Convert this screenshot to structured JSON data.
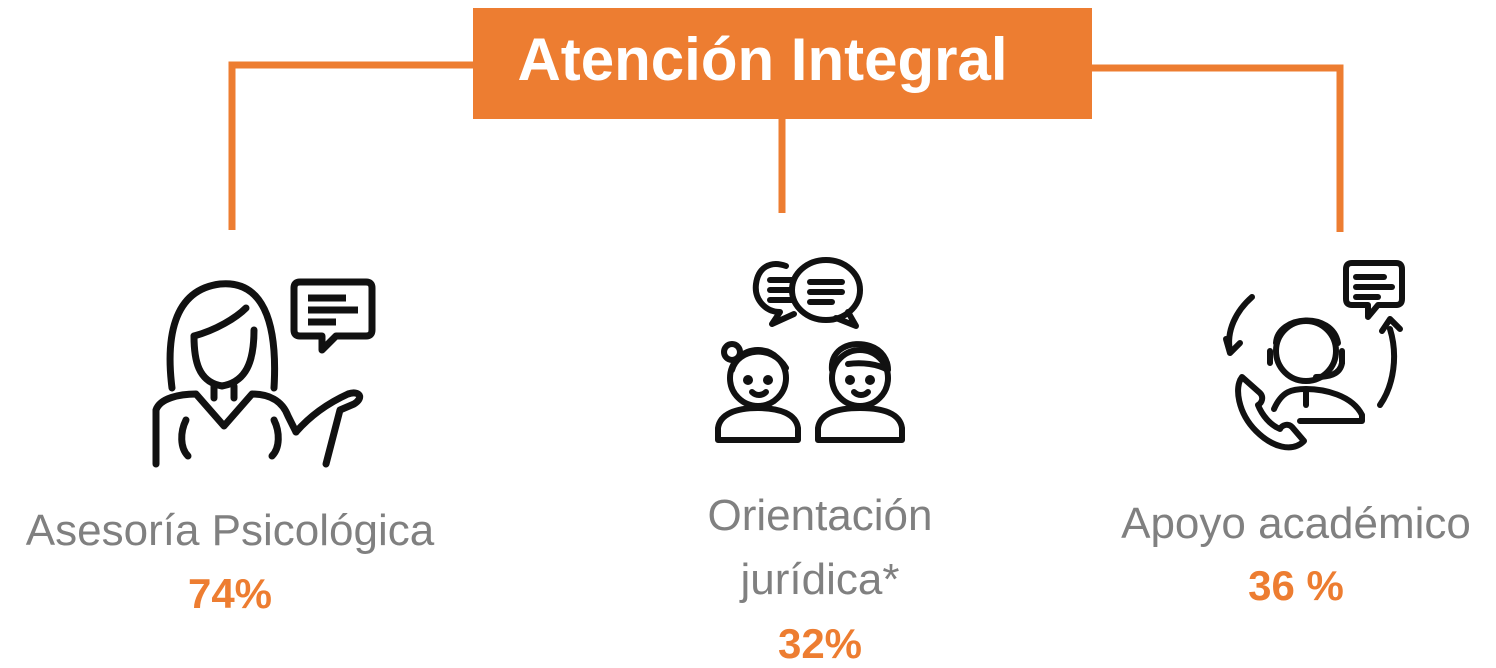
{
  "title": "Atención Integral",
  "accent_color": "#ed7d31",
  "items": [
    {
      "label": "Asesoría Psicológica",
      "value": "74%",
      "icon": "counselor-woman-speech-icon"
    },
    {
      "label_line1": "Orientación",
      "label_line2": "jurídica*",
      "value": "32%",
      "icon": "two-people-conversation-icon"
    },
    {
      "label": "Apoyo académico",
      "value": "36 %",
      "icon": "support-agent-phone-icon"
    }
  ]
}
